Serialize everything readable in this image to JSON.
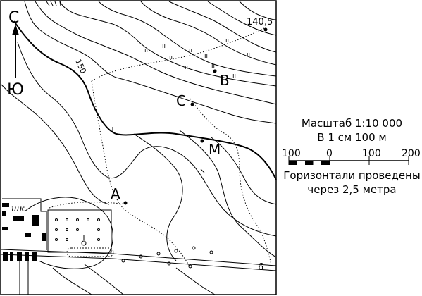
{
  "compass": {
    "north": "С",
    "south": "Ю"
  },
  "elevation": {
    "spot": "140,5",
    "contour": "150"
  },
  "points": {
    "A": "А",
    "B": "В",
    "C": "С",
    "M": "М"
  },
  "settlement": {
    "school": "шк."
  },
  "road": {
    "number": "6"
  },
  "legend": {
    "scale_title": "Масштаб 1:10 000",
    "scale_sub": "В 1 см 100 м",
    "ticks": [
      "100",
      "0",
      "100",
      "200"
    ],
    "note_line1": "Горизонтали проведены",
    "note_line2": "через 2,5 метра"
  }
}
